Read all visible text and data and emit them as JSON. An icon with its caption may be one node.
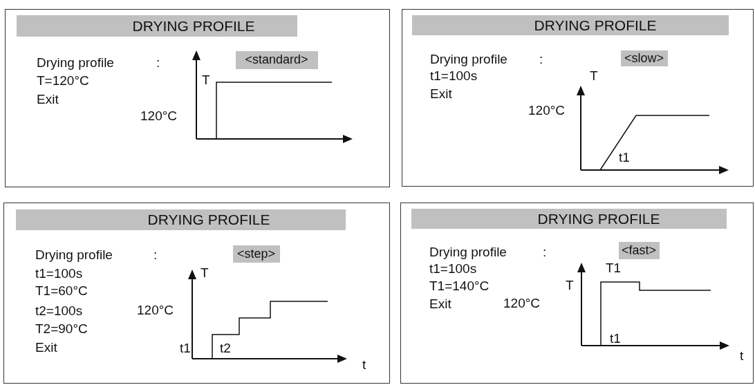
{
  "diagram": {
    "nodes": [
      {
        "text": [
          "Drying profile",
          ":",
          "T=120°C",
          "Exit"
        ]
      },
      {
        "text": [
          "DRYING PROFILE"
        ],
        "in": 0
      },
      {
        "text": [
          "<standard>"
        ],
        "in": 0
      },
      {
        "text": [
          "Drying profile",
          ":",
          "t1=100s",
          "Exit"
        ]
      },
      {
        "text": [
          "DRYING PROFILE"
        ],
        "in": 3
      },
      {
        "text": [
          "<slow>"
        ],
        "in": 3
      },
      {
        "text": [
          "Drying profile",
          ":",
          "t1=100s",
          "T1=60°C",
          "t2=100s",
          "T2=90°C",
          "Exit"
        ]
      },
      {
        "text": [
          "DRYING PROFILE"
        ],
        "in": 6
      },
      {
        "text": [
          "<step>"
        ],
        "in": 6
      },
      {
        "text": [
          "Drying profile",
          ":",
          "t1=100s",
          "T1=140°C",
          "Exit"
        ]
      },
      {
        "text": [
          "DRYING PROFILE"
        ],
        "in": 9
      },
      {
        "text": [
          "<fast>"
        ],
        "in": 9
      }
    ],
    "labels": [
      "T",
      "120°C",
      "T",
      "120°C",
      "t1",
      "T",
      "120°C",
      "t1",
      "t2",
      "t",
      "T1",
      "T",
      "120°C",
      "t1",
      "t"
    ]
  }
}
